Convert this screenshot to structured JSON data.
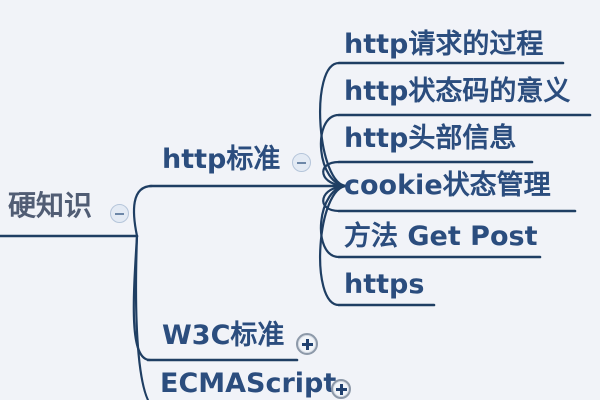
{
  "colors": {
    "background": "#f1f3f8",
    "branch_line": "#1f3e63",
    "node_text": "#2b4d7e",
    "root_text": "#515d74"
  },
  "mindmap": {
    "root": {
      "label": "硬知识",
      "state": "expanded",
      "collapse_icon": "minus-in-circle"
    },
    "branches": [
      {
        "label": "http标准",
        "state": "expanded",
        "collapse_icon": "minus-in-circle",
        "children": [
          {
            "label": "http请求的过程"
          },
          {
            "label": "http状态码的意义"
          },
          {
            "label": "http头部信息"
          },
          {
            "label": "cookie状态管理"
          },
          {
            "label": "方法 Get Post"
          },
          {
            "label": "https"
          }
        ]
      },
      {
        "label": "W3C标准",
        "state": "collapsed",
        "collapse_icon": "plus-in-circle",
        "children": []
      },
      {
        "label": "ECMAScript",
        "state": "collapsed",
        "collapse_icon": "plus-in-circle",
        "children": []
      }
    ]
  }
}
